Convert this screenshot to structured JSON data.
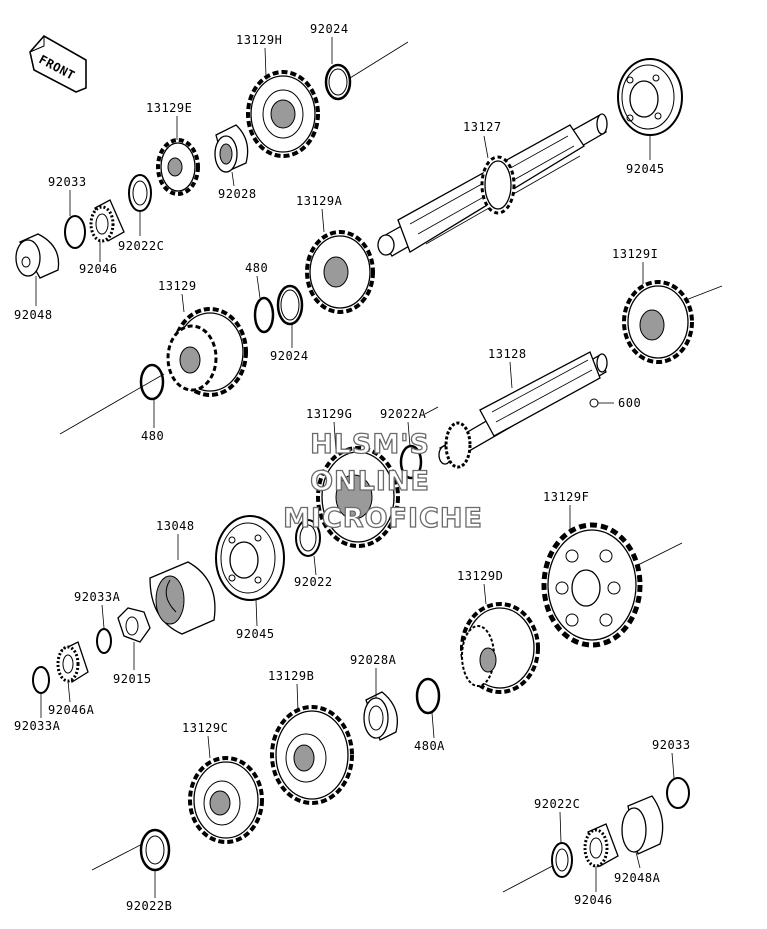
{
  "front_badge": "FRONT",
  "watermark": [
    "HLSM'S",
    "ONLINE",
    "MICROFICHE"
  ],
  "labels": [
    {
      "id": "p13129H",
      "text": "13129H"
    },
    {
      "id": "p92024a",
      "text": "92024"
    },
    {
      "id": "p13129E",
      "text": "13129E"
    },
    {
      "id": "p92028",
      "text": "92028"
    },
    {
      "id": "p13127",
      "text": "13127"
    },
    {
      "id": "p92045a",
      "text": "92045"
    },
    {
      "id": "p92033a",
      "text": "92033"
    },
    {
      "id": "p92022C_a",
      "text": "92022C"
    },
    {
      "id": "p92046a",
      "text": "92046"
    },
    {
      "id": "p92048",
      "text": "92048"
    },
    {
      "id": "p13129A",
      "text": "13129A"
    },
    {
      "id": "p480a",
      "text": "480"
    },
    {
      "id": "p13129",
      "text": "13129"
    },
    {
      "id": "p92024b",
      "text": "92024"
    },
    {
      "id": "p13129I",
      "text": "13129I"
    },
    {
      "id": "p480b",
      "text": "480"
    },
    {
      "id": "p13128",
      "text": "13128"
    },
    {
      "id": "p600",
      "text": "600"
    },
    {
      "id": "p13129G",
      "text": "13129G"
    },
    {
      "id": "p92022A",
      "text": "92022A"
    },
    {
      "id": "p13048",
      "text": "13048"
    },
    {
      "id": "p13129F",
      "text": "13129F"
    },
    {
      "id": "p92022",
      "text": "92022"
    },
    {
      "id": "p92045b",
      "text": "92045"
    },
    {
      "id": "p92033A_a",
      "text": "92033A"
    },
    {
      "id": "p92015",
      "text": "92015"
    },
    {
      "id": "p13129D",
      "text": "13129D"
    },
    {
      "id": "p92046A",
      "text": "92046A"
    },
    {
      "id": "p92033A_b",
      "text": "92033A"
    },
    {
      "id": "p92028A",
      "text": "92028A"
    },
    {
      "id": "p13129B",
      "text": "13129B"
    },
    {
      "id": "p480A",
      "text": "480A"
    },
    {
      "id": "p13129C",
      "text": "13129C"
    },
    {
      "id": "p92033b",
      "text": "92033"
    },
    {
      "id": "p92022C_b",
      "text": "92022C"
    },
    {
      "id": "p92048A",
      "text": "92048A"
    },
    {
      "id": "p92046b",
      "text": "92046"
    },
    {
      "id": "p92022B",
      "text": "92022B"
    }
  ]
}
